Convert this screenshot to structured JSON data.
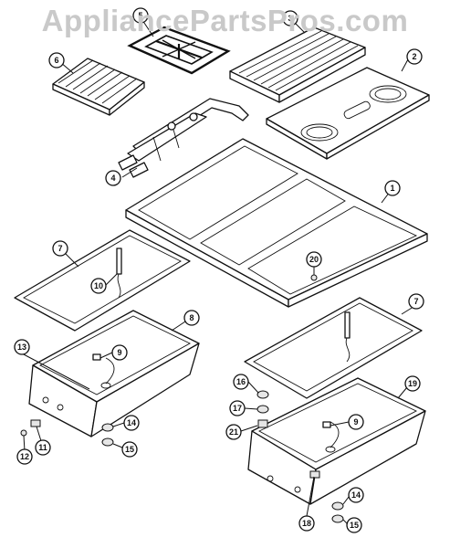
{
  "watermark": "AppliancePartsPros.com",
  "callouts": [
    {
      "id": "c1",
      "label": "1"
    },
    {
      "id": "c2",
      "label": "2"
    },
    {
      "id": "c3",
      "label": "3"
    },
    {
      "id": "c4",
      "label": "4"
    },
    {
      "id": "c5",
      "label": "5"
    },
    {
      "id": "c6",
      "label": "6"
    },
    {
      "id": "c7a",
      "label": "7"
    },
    {
      "id": "c7b",
      "label": "7"
    },
    {
      "id": "c8",
      "label": "8"
    },
    {
      "id": "c9a",
      "label": "9"
    },
    {
      "id": "c9b",
      "label": "9"
    },
    {
      "id": "c10",
      "label": "10"
    },
    {
      "id": "c11",
      "label": "11"
    },
    {
      "id": "c12",
      "label": "12"
    },
    {
      "id": "c13",
      "label": "13"
    },
    {
      "id": "c14a",
      "label": "14"
    },
    {
      "id": "c14b",
      "label": "14"
    },
    {
      "id": "c15a",
      "label": "15"
    },
    {
      "id": "c15b",
      "label": "15"
    },
    {
      "id": "c16",
      "label": "16"
    },
    {
      "id": "c17",
      "label": "17"
    },
    {
      "id": "c18",
      "label": "18"
    },
    {
      "id": "c19",
      "label": "19"
    },
    {
      "id": "c20",
      "label": "20"
    },
    {
      "id": "c21",
      "label": "21"
    }
  ]
}
